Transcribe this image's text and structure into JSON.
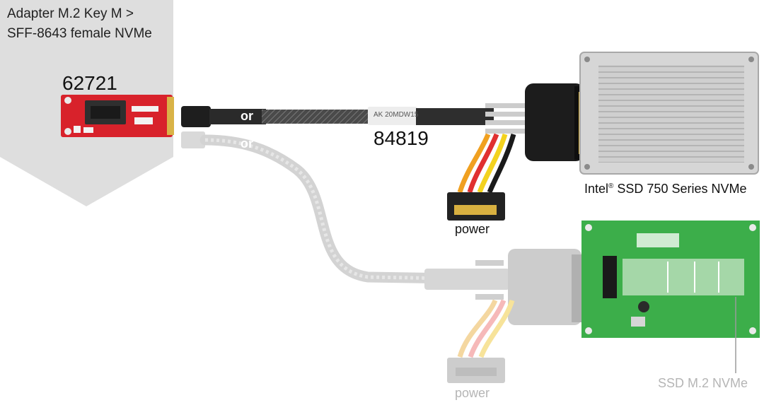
{
  "title": {
    "line1": "Adapter M.2 Key M >",
    "line2": "SFF-8643 female NVMe"
  },
  "adapter_part_number": "62721",
  "cable_part_number": "84819",
  "cable_label_print": "AK 20MDW15",
  "or_labels": [
    "or",
    "or"
  ],
  "power_labels": [
    "power",
    "power"
  ],
  "ssd_label": {
    "brand": "Intel",
    "mark": "®",
    "rest": " SSD 750 Series NVMe"
  },
  "m2_board_label": "SSD M.2 NVMe",
  "colors": {
    "adapter_pcb": "#d8222b",
    "m2_board_pcb": "#3cae4a",
    "ssd_case": "#c8c8c8",
    "cable_dark": "#3a3a3a",
    "cable_light": "#d3d3d3",
    "faded_text": "#b5b5b5",
    "callout_bg": "#dedede"
  }
}
